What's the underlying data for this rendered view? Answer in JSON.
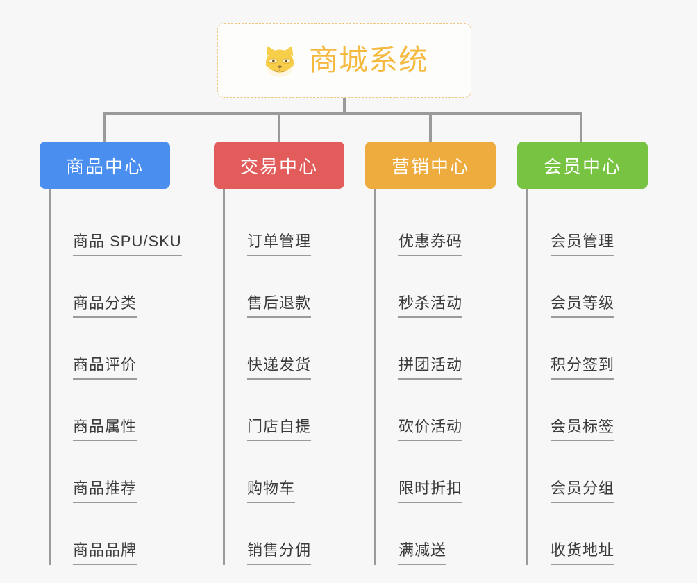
{
  "diagram": {
    "type": "org-tree",
    "background_color": "#f7f7f7",
    "connector_color": "#9a9a9a"
  },
  "root": {
    "icon": "shiba-dog-icon",
    "title": "商城系统",
    "text_color": "#f5b93f",
    "border_color": "#eec57a",
    "background_color": "#fdfdfc"
  },
  "branches": [
    {
      "label": "商品中心",
      "color": "#4a8ef0",
      "items": [
        {
          "label": "商品 SPU/SKU"
        },
        {
          "label": "商品分类"
        },
        {
          "label": "商品评价"
        },
        {
          "label": "商品属性"
        },
        {
          "label": "商品推荐"
        },
        {
          "label": "商品品牌"
        }
      ]
    },
    {
      "label": "交易中心",
      "color": "#e25c5c",
      "items": [
        {
          "label": "订单管理"
        },
        {
          "label": "售后退款"
        },
        {
          "label": "快递发货"
        },
        {
          "label": "门店自提"
        },
        {
          "label": "购物车"
        },
        {
          "label": "销售分佣"
        }
      ]
    },
    {
      "label": "营销中心",
      "color": "#eeab3e",
      "items": [
        {
          "label": "优惠券码"
        },
        {
          "label": "秒杀活动"
        },
        {
          "label": "拼团活动"
        },
        {
          "label": "砍价活动"
        },
        {
          "label": "限时折扣"
        },
        {
          "label": "满减送"
        }
      ]
    },
    {
      "label": "会员中心",
      "color": "#78c442",
      "items": [
        {
          "label": "会员管理"
        },
        {
          "label": "会员等级"
        },
        {
          "label": "积分签到"
        },
        {
          "label": "会员标签"
        },
        {
          "label": "会员分组"
        },
        {
          "label": "收货地址"
        }
      ]
    }
  ]
}
